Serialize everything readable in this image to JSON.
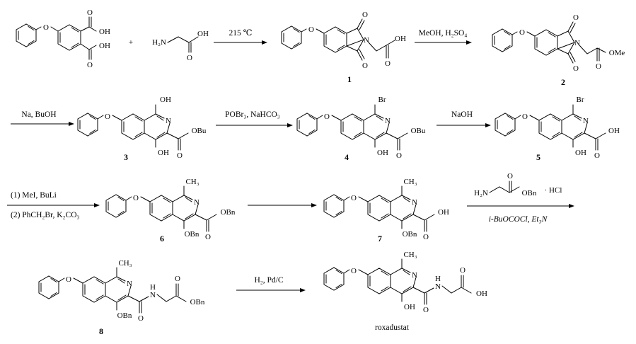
{
  "reagents": {
    "sm_acid_oh1": "OH",
    "sm_acid_oh2": "OH",
    "sm_acid_o1": "O",
    "sm_acid_o2": "O",
    "sm_ether_o": "O",
    "plus": "+",
    "glycine_nh2": "H₂N",
    "glycine_oh": "OH",
    "glycine_o": "O"
  },
  "conditions": {
    "c1": "215 ℃",
    "c2": "MeOH, H₂SO₄",
    "c3": "Na, BuOH",
    "c4": "POBr₃, NaHCO₃",
    "c5": "NaOH",
    "c6a": "(1) MeI, BuLi",
    "c6b": "(2) PhCH₂Br, K₂CO₃",
    "c8_top_nh2": "H₂N",
    "c8_top_obn": "OBn",
    "c8_top_o": "O",
    "c8_top_hcl": "· HCl",
    "c8_bottom": "i-BuOCOCl, Et₃N",
    "c9": "H₂, Pd/C"
  },
  "compounds": [
    {
      "id": "1",
      "atoms": {
        "ether_o": "O",
        "n": "N",
        "o_top": "O",
        "o_bot": "O",
        "oh": "OH",
        "o_acid": "O"
      }
    },
    {
      "id": "2",
      "atoms": {
        "ether_o": "O",
        "n": "N",
        "o_top": "O",
        "o_bot": "O",
        "ome": "OMe",
        "o_ester": "O"
      }
    },
    {
      "id": "3",
      "atoms": {
        "ether_o": "O",
        "n": "N",
        "oh_top": "OH",
        "oh_bot": "OH",
        "obu": "OBu",
        "o_ester": "O"
      }
    },
    {
      "id": "4",
      "atoms": {
        "ether_o": "O",
        "n": "N",
        "br": "Br",
        "oh_bot": "OH",
        "obu": "OBu",
        "o_ester": "O"
      }
    },
    {
      "id": "5",
      "atoms": {
        "ether_o": "O",
        "n": "N",
        "br": "Br",
        "oh_bot": "OH",
        "oh_acid": "OH",
        "o_acid": "O"
      }
    },
    {
      "id": "6",
      "atoms": {
        "ether_o": "O",
        "n": "N",
        "ch3": "CH₃",
        "obn_bot": "OBn",
        "obn_ester": "OBn",
        "o_ester": "O"
      }
    },
    {
      "id": "7",
      "atoms": {
        "ether_o": "O",
        "n": "N",
        "ch3": "CH₃",
        "obn_bot": "OBn",
        "oh_acid": "OH",
        "o_acid": "O"
      }
    },
    {
      "id": "8",
      "atoms": {
        "ether_o": "O",
        "n": "N",
        "ch3": "CH₃",
        "obn_bot": "OBn",
        "nh": "N",
        "h": "H",
        "o_amide": "O",
        "obn_ester": "OBn",
        "o_ester": "O"
      }
    },
    {
      "id": "roxadustat",
      "atoms": {
        "ether_o": "O",
        "n": "N",
        "ch3": "CH₃",
        "oh_bot": "OH",
        "nh": "N",
        "h": "H",
        "o_amide": "O",
        "oh_acid": "OH",
        "o_acid": "O"
      }
    }
  ]
}
